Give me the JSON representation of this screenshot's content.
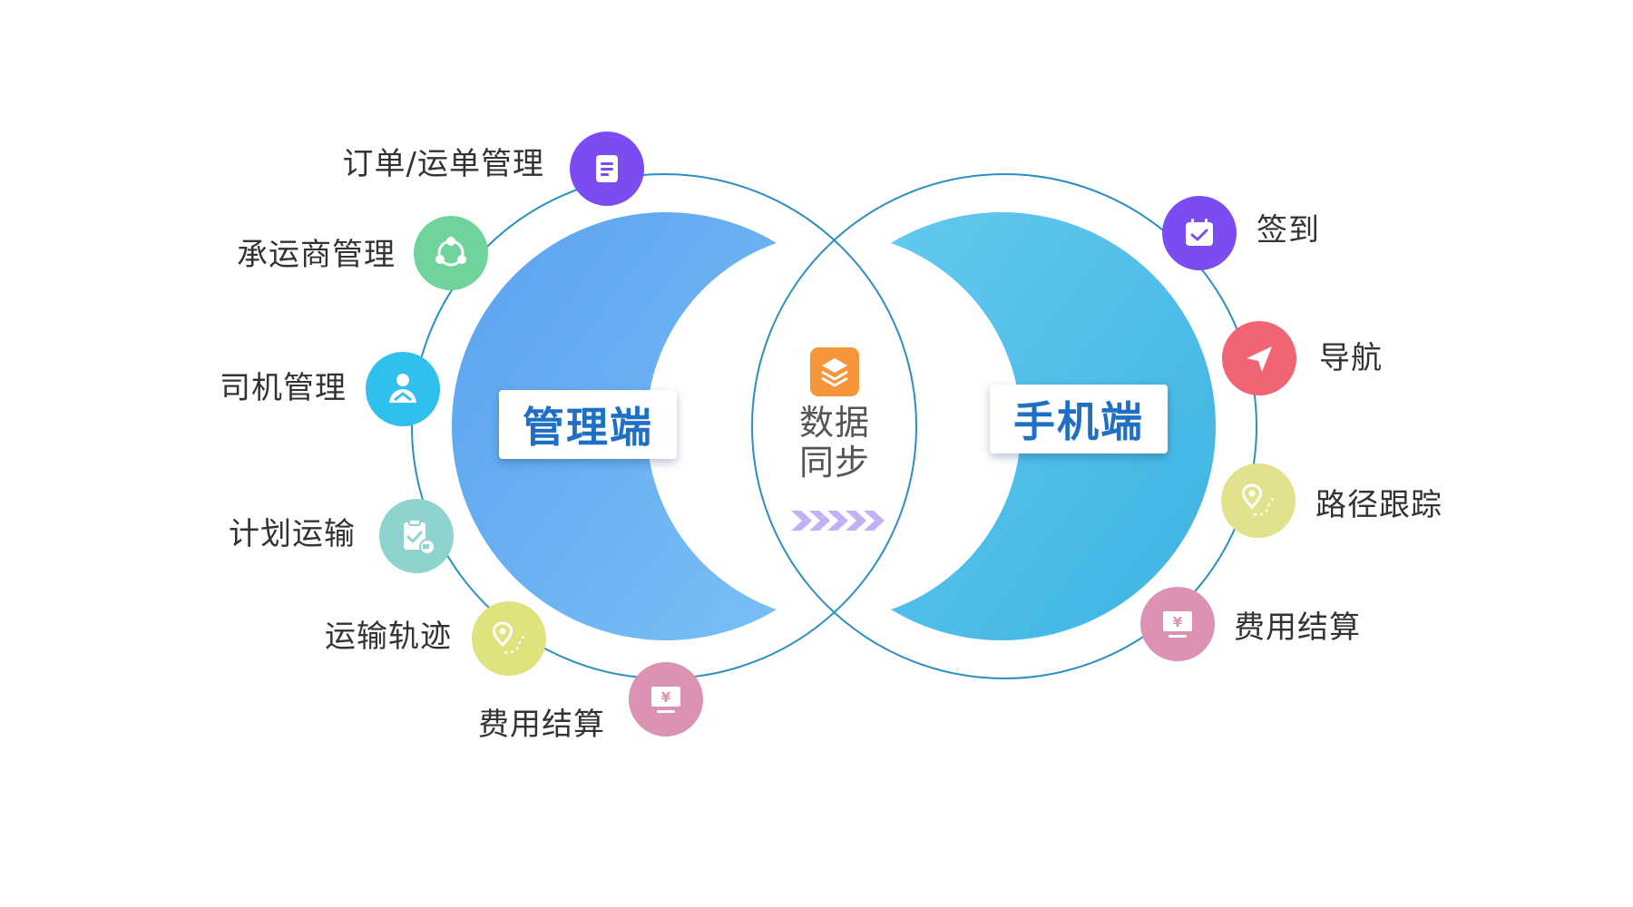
{
  "management": {
    "title": "管理端",
    "features": [
      {
        "label": "订单/运单管理",
        "icon": "document-list-icon",
        "color": "#7b4cf2"
      },
      {
        "label": "承运商管理",
        "icon": "share-network-icon",
        "color": "#6fd39b"
      },
      {
        "label": "司机管理",
        "icon": "driver-icon",
        "color": "#2fc0ee"
      },
      {
        "label": "计划运输",
        "icon": "clipboard-check-truck-icon",
        "color": "#8fd3cf"
      },
      {
        "label": "运输轨迹",
        "icon": "location-route-icon",
        "color": "#dfe27d"
      },
      {
        "label": "费用结算",
        "icon": "yuan-monitor-icon",
        "color": "#dc92b3"
      }
    ]
  },
  "mobile": {
    "title": "手机端",
    "features": [
      {
        "label": "签到",
        "icon": "calendar-check-icon",
        "color": "#7b4cf2"
      },
      {
        "label": "导航",
        "icon": "navigation-arrow-icon",
        "color": "#f06474"
      },
      {
        "label": "路径跟踪",
        "icon": "location-route-icon",
        "color": "#e2e28e"
      },
      {
        "label": "费用结算",
        "icon": "yuan-monitor-icon",
        "color": "#dc92b3"
      }
    ]
  },
  "sync": {
    "line1": "数据",
    "line2": "同步",
    "icon": "layers-icon",
    "arrow_icon": "chevrons-right-icon",
    "icon_color": "#f7953a"
  },
  "colors": {
    "ring": "#2a8fc2",
    "left_fill_start": "#5aa2ef",
    "left_fill_end": "#79bff5",
    "right_fill_start": "#62c9ee",
    "right_fill_end": "#3db3e3",
    "chevrons": "#c3b0f5",
    "tag_text": "#1f6fc4"
  }
}
